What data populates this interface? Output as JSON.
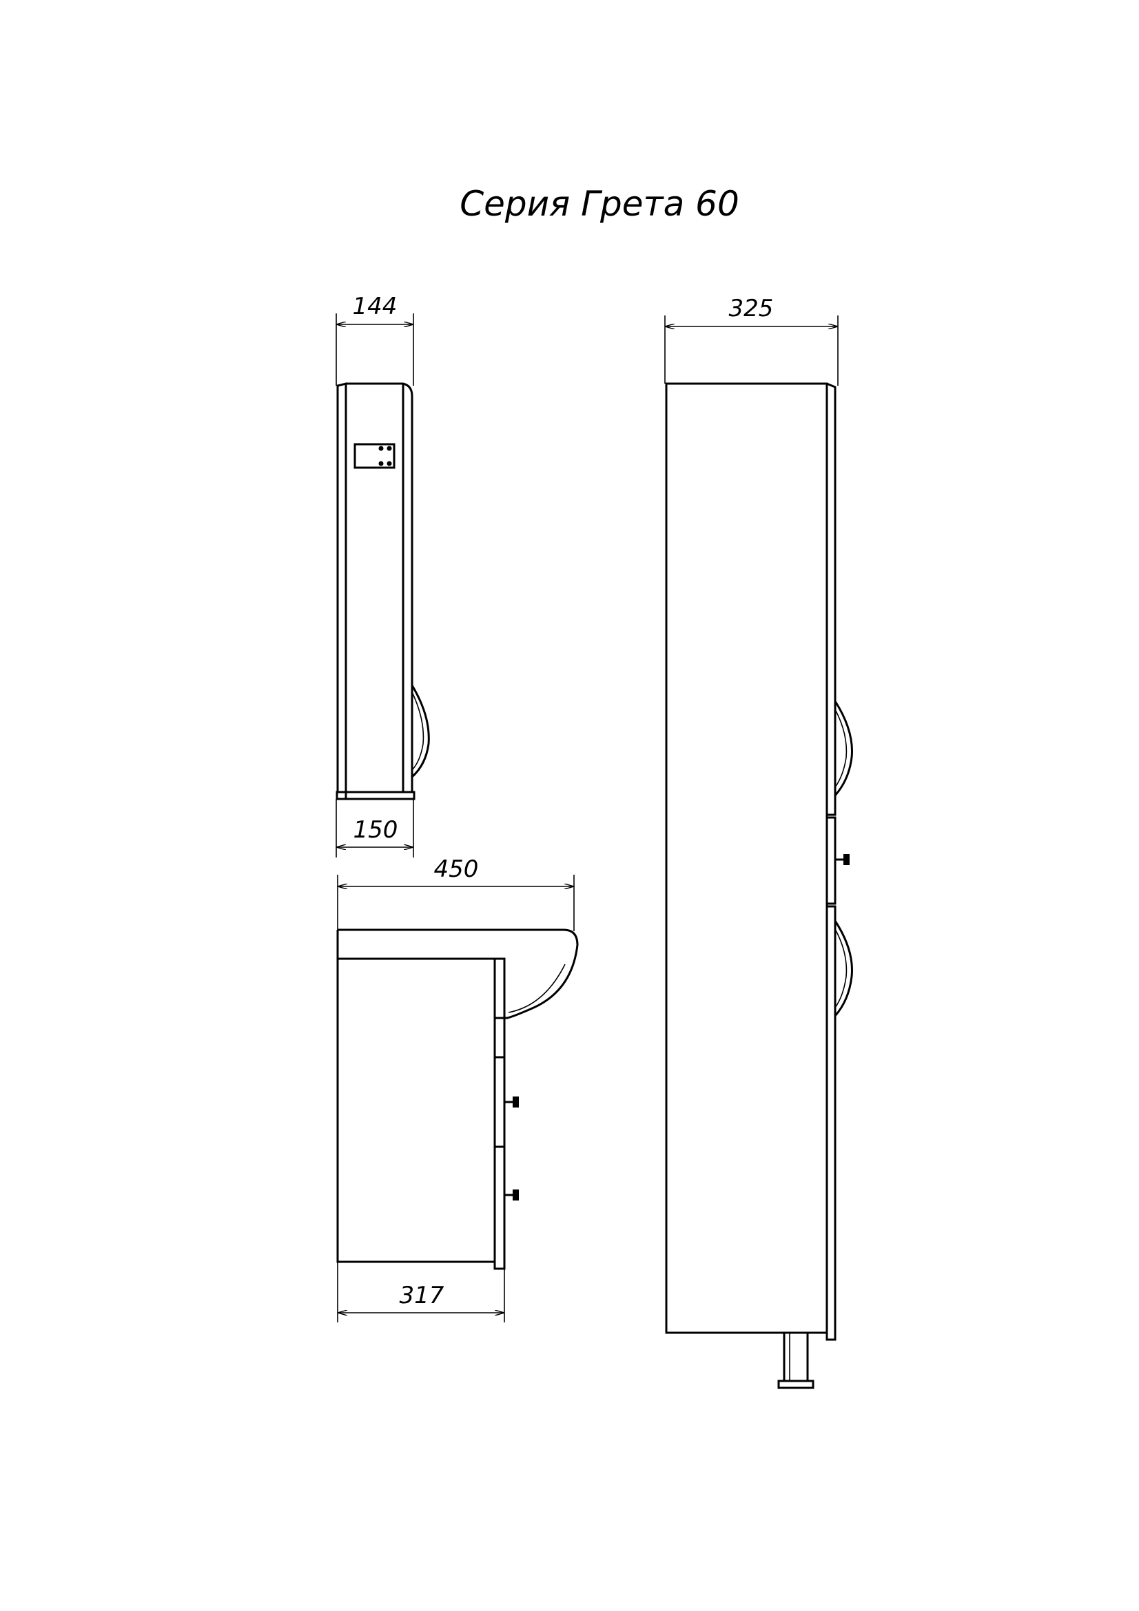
{
  "title": "Серия Грета 60",
  "dimensions": {
    "mirror_top_width": "144",
    "mirror_bottom_width": "150",
    "vanity_top_width": "450",
    "vanity_body_width": "317",
    "column_width": "325"
  },
  "colors": {
    "line": "#000000",
    "background": "#ffffff"
  }
}
